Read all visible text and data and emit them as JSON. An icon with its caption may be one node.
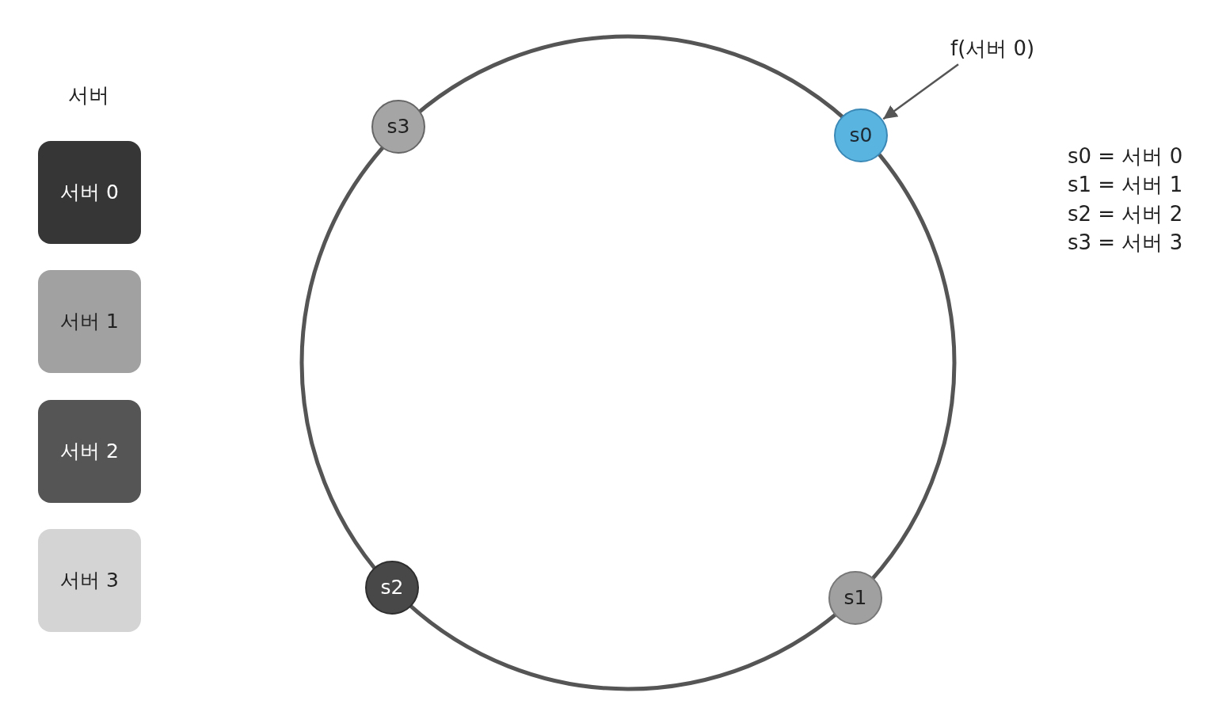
{
  "diagram": {
    "nodes": [
      {
        "text": [
          "서버 0"
        ]
      },
      {
        "text": [
          "서버 1"
        ]
      },
      {
        "text": [
          "서버 2"
        ]
      },
      {
        "text": [
          "서버 3"
        ]
      },
      {
        "text": [
          "f(서버 0)"
        ]
      },
      {
        "text": [
          "s3"
        ]
      },
      {
        "text": [
          "s0"
        ]
      },
      {
        "text": [
          "s2"
        ]
      },
      {
        "text": [
          "s1"
        ]
      }
    ],
    "edges": [
      {
        "from": 4,
        "to": 6,
        "arrow": "to"
      }
    ],
    "labels": [
      "서버",
      "s0 = 서버 0",
      "s1 = 서버 1",
      "s2 = 서버 2",
      "s3 = 서버 3"
    ]
  }
}
